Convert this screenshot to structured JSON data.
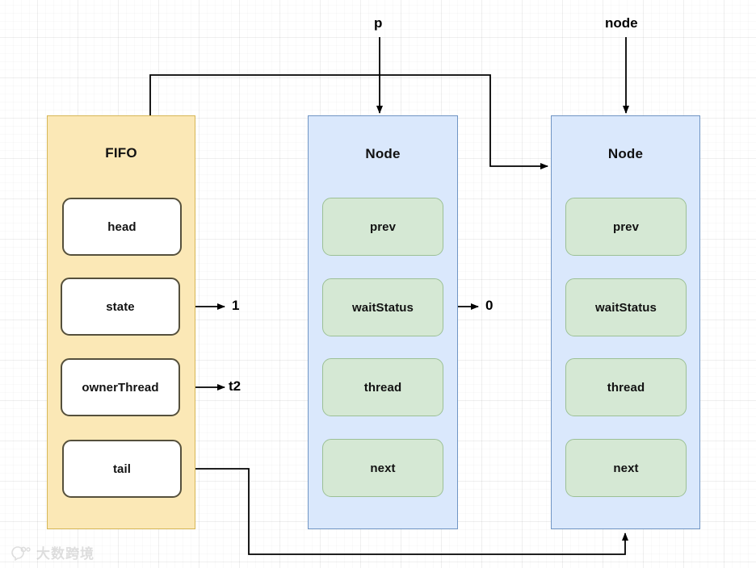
{
  "diagram": {
    "title": "AQS FIFO queue with Node linked list",
    "background": "#ffffff",
    "colors": {
      "fifo_fill": "#fbe8b6",
      "fifo_border": "#d6b656",
      "node_fill": "#dae8fc",
      "node_border": "#7095c4",
      "field_green_fill": "#d5e8d4",
      "field_green_border": "#9cc095",
      "field_white_fill": "#ffffff",
      "field_white_border": "#55503c",
      "line": "#000000"
    }
  },
  "pointers": [
    {
      "label": "p",
      "target": "node-middle"
    },
    {
      "label": "node",
      "target": "node-right"
    }
  ],
  "fifo": {
    "title": "FIFO",
    "fields": [
      {
        "label": "head"
      },
      {
        "label": "state"
      },
      {
        "label": "ownerThread"
      },
      {
        "label": "tail"
      }
    ]
  },
  "nodes": [
    {
      "id": "node-middle",
      "title": "Node",
      "fields": [
        {
          "label": "prev"
        },
        {
          "label": "waitStatus"
        },
        {
          "label": "thread"
        },
        {
          "label": "next"
        }
      ]
    },
    {
      "id": "node-right",
      "title": "Node",
      "fields": [
        {
          "label": "prev"
        },
        {
          "label": "waitStatus"
        },
        {
          "label": "thread"
        },
        {
          "label": "next"
        }
      ]
    }
  ],
  "value_labels": [
    {
      "id": "state-value",
      "text": "1",
      "from": "state"
    },
    {
      "id": "ownerthread-value",
      "text": "t2",
      "from": "ownerThread"
    },
    {
      "id": "waitstatus-value",
      "text": "0",
      "from": "waitStatus"
    }
  ],
  "watermark": {
    "text": "大数跨境"
  }
}
